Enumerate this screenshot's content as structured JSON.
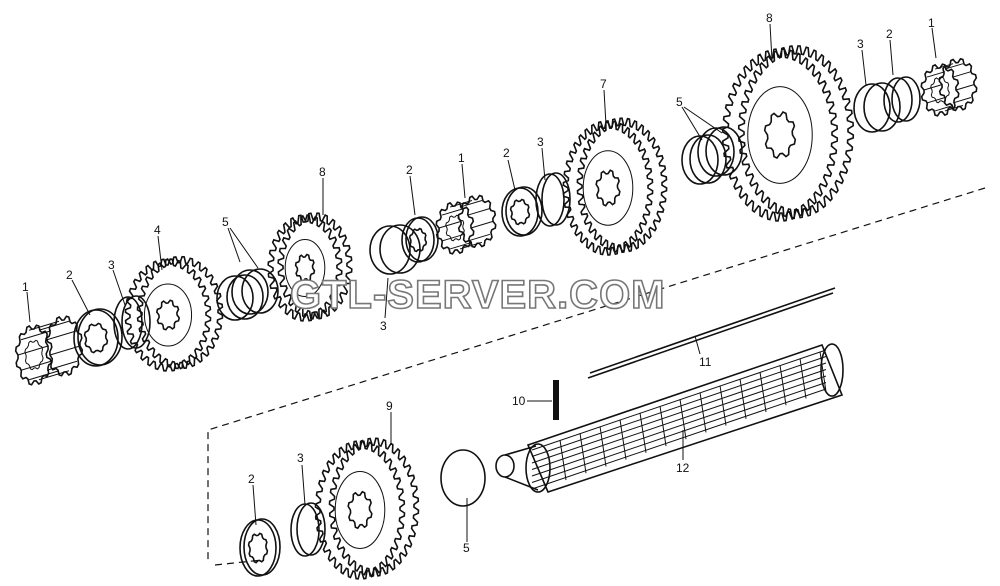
{
  "watermark": "GTL-SERVER.COM",
  "callouts": [
    {
      "id": "c-1-left",
      "text": "1"
    },
    {
      "id": "c-2-left",
      "text": "2"
    },
    {
      "id": "c-3-left",
      "text": "3"
    },
    {
      "id": "c-4",
      "text": "4"
    },
    {
      "id": "c-5-left",
      "text": "5"
    },
    {
      "id": "c-8-mid",
      "text": "8"
    },
    {
      "id": "c-3-mid",
      "text": "3"
    },
    {
      "id": "c-2-mid",
      "text": "2"
    },
    {
      "id": "c-1-mid",
      "text": "1"
    },
    {
      "id": "c-2-center",
      "text": "2"
    },
    {
      "id": "c-3-center",
      "text": "3"
    },
    {
      "id": "c-7",
      "text": "7"
    },
    {
      "id": "c-5-right",
      "text": "5"
    },
    {
      "id": "c-8-right",
      "text": "8"
    },
    {
      "id": "c-3-right",
      "text": "3"
    },
    {
      "id": "c-2-right",
      "text": "2"
    },
    {
      "id": "c-1-right",
      "text": "1"
    },
    {
      "id": "c-11",
      "text": "11"
    },
    {
      "id": "c-10",
      "text": "10"
    },
    {
      "id": "c-12",
      "text": "12"
    },
    {
      "id": "c-9",
      "text": "9"
    },
    {
      "id": "c-2-bottom",
      "text": "2"
    },
    {
      "id": "c-3-bottom",
      "text": "3"
    },
    {
      "id": "c-5-bottom",
      "text": "5"
    }
  ]
}
